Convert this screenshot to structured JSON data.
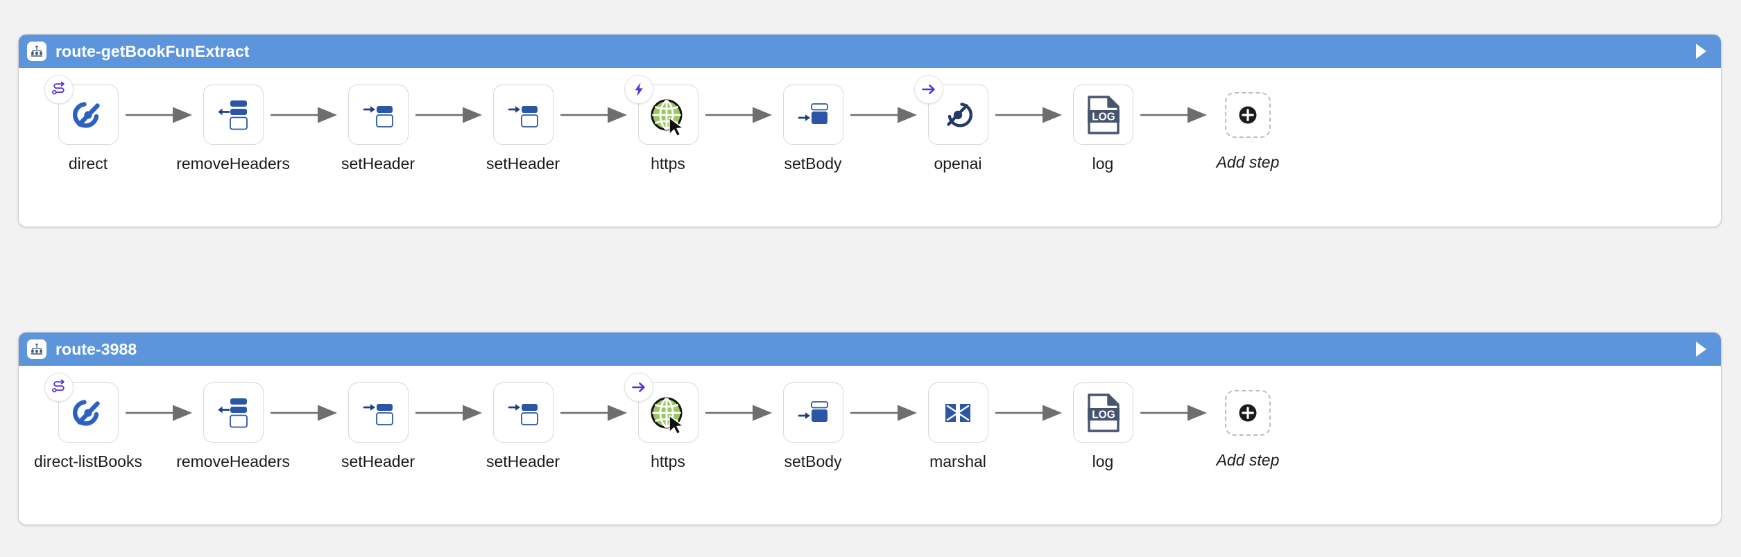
{
  "colors": {
    "header_blue": "#5d95dd",
    "canvas_bg": "#f2f2f2",
    "node_border": "#d9d9d9",
    "connector_gray": "#6e6e6e",
    "accent_purple": "#5b32d6",
    "icon_blue": "#2b61c4",
    "icon_navy": "#243a66",
    "globe_green": "#93c martin"
  },
  "routes": [
    {
      "id": "route-1",
      "title": "route-getBookFunExtract",
      "icon": "route-tree-icon",
      "play_label": "run-route",
      "steps": [
        {
          "label": "direct",
          "icon": "direct-icon",
          "badge": "route-path-icon"
        },
        {
          "label": "removeHeaders",
          "icon": "remove-headers-icon",
          "badge": null
        },
        {
          "label": "setHeader",
          "icon": "set-header-icon",
          "badge": null
        },
        {
          "label": "setHeader",
          "icon": "set-header-icon",
          "badge": null
        },
        {
          "label": "https",
          "icon": "globe-cursor-icon",
          "badge": "lightning-bolt-icon"
        },
        {
          "label": "setBody",
          "icon": "set-body-icon",
          "badge": null
        },
        {
          "label": "openai",
          "icon": "openai-icon",
          "badge": "arrow-right-icon"
        },
        {
          "label": "log",
          "icon": "log-document-icon",
          "badge": null
        },
        {
          "label": "Add step",
          "icon": "plus-circle-icon",
          "badge": null,
          "add": true
        }
      ]
    },
    {
      "id": "route-2",
      "title": "route-3988",
      "icon": "route-tree-icon",
      "play_label": "run-route",
      "steps": [
        {
          "label": "direct-listBooks",
          "icon": "direct-icon",
          "badge": "route-path-icon"
        },
        {
          "label": "removeHeaders",
          "icon": "remove-headers-icon",
          "badge": null
        },
        {
          "label": "setHeader",
          "icon": "set-header-icon",
          "badge": null
        },
        {
          "label": "setHeader",
          "icon": "set-header-icon",
          "badge": null
        },
        {
          "label": "https",
          "icon": "globe-cursor-icon",
          "badge": "arrow-right-icon"
        },
        {
          "label": "setBody",
          "icon": "set-body-icon",
          "badge": null
        },
        {
          "label": "marshal",
          "icon": "marshal-icon",
          "badge": null
        },
        {
          "label": "log",
          "icon": "log-document-icon",
          "badge": null
        },
        {
          "label": "Add step",
          "icon": "plus-circle-icon",
          "badge": null,
          "add": true
        }
      ]
    }
  ]
}
